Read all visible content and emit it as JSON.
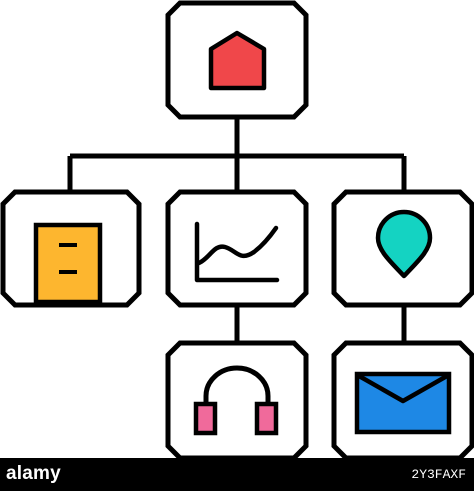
{
  "diagram": {
    "colors": {
      "outline": "#000000",
      "house": "#F0474A",
      "document": "#FDB62F",
      "pin": "#14D3C2",
      "headphones": "#F06A9B",
      "envelope": "#1E88E5",
      "background": "#FFFFFF"
    },
    "nodes": [
      {
        "id": "home",
        "icon": "house-icon"
      },
      {
        "id": "document",
        "icon": "document-icon"
      },
      {
        "id": "chart",
        "icon": "line-chart-icon"
      },
      {
        "id": "location",
        "icon": "map-pin-icon"
      },
      {
        "id": "support",
        "icon": "headphones-icon"
      },
      {
        "id": "mail",
        "icon": "envelope-icon"
      }
    ]
  },
  "footer": {
    "brand": "alamy",
    "image_code": "2Y3FAXF"
  }
}
